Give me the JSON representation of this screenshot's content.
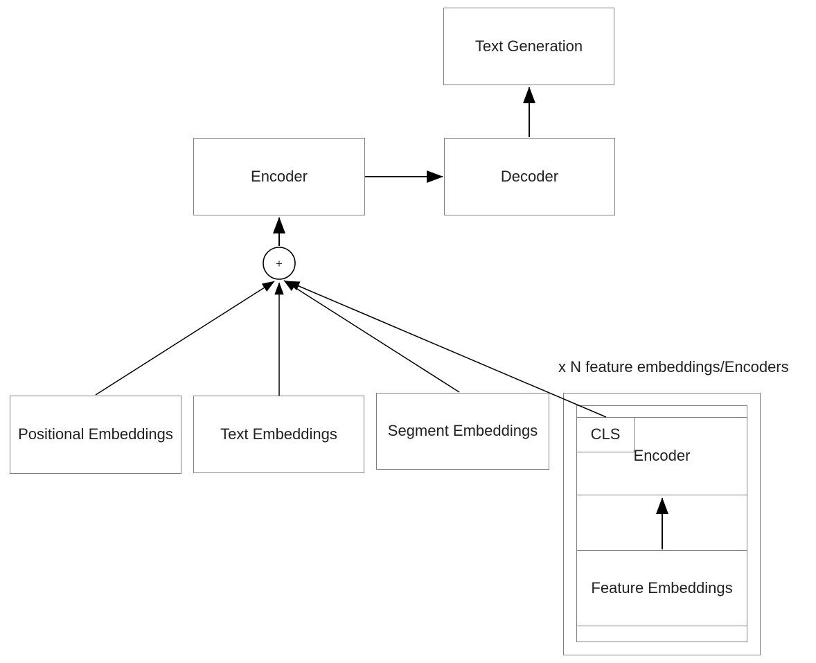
{
  "diagram": {
    "caption": "x N feature embeddings/Encoders",
    "sum_node": {
      "symbol": "+"
    },
    "boxes": {
      "text_generation": "Text Generation",
      "encoder": "Encoder",
      "decoder": "Decoder",
      "positional_embeddings": "Positional Embeddings",
      "text_embeddings": "Text Embeddings",
      "segment_embeddings": "Segment Embeddings",
      "cls": "CLS",
      "feature_encoder": "Encoder",
      "feature_embeddings": "Feature Embeddings"
    },
    "colors": {
      "background": "#ffffff",
      "box_border": "#7f7f7f",
      "connector": "#000000",
      "text": "#212121"
    }
  }
}
